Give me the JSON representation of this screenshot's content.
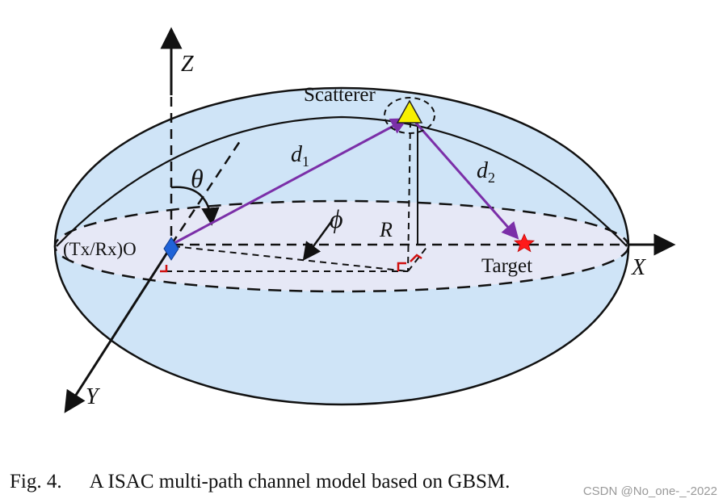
{
  "labels": {
    "z_axis": "Z",
    "x_axis": "X",
    "y_axis": "Y",
    "origin": "(Tx/Rx)O",
    "scatterer": "Scatterer",
    "target": "Target",
    "theta": "θ",
    "phi": "ϕ",
    "radius": "R",
    "d1_main": "d",
    "d1_sub": "1",
    "d2_main": "d",
    "d2_sub": "2"
  },
  "caption": {
    "number": "Fig. 4.",
    "text": "A ISAC multi-path channel model based on GBSM."
  },
  "watermark": "CSDN @No_one-_-2022",
  "colors": {
    "ellipsoid_fill": "#cfe4f7",
    "plane_fill": "#e6e8f6",
    "path_arrow": "#7b2fa8",
    "scatterer_fill": "#f7f000",
    "target_star": "#ff1a1a",
    "origin_marker": "#1f63d8",
    "right_angle": "#d01010"
  }
}
